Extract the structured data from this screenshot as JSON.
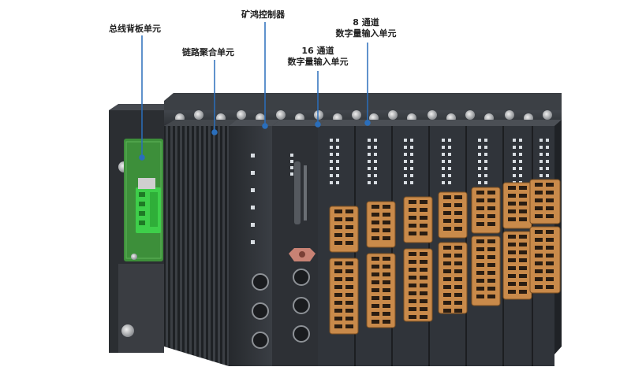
{
  "callouts": {
    "backplane": "总线背板单元",
    "link_aggregation": "链路聚合单元",
    "controller": "矿鸿控制器",
    "di16_line1": "16 通道",
    "di16_line2": "数字量输入单元",
    "di8_line1": "8 通道",
    "di8_line2": "数字量输入单元"
  },
  "colors": {
    "leader_line": "#2a6ebb",
    "module_body": "#2c2f33",
    "terminal": "#c98a4a",
    "green_connector": "#3ecf4a",
    "pcb": "#3d8f3a"
  }
}
